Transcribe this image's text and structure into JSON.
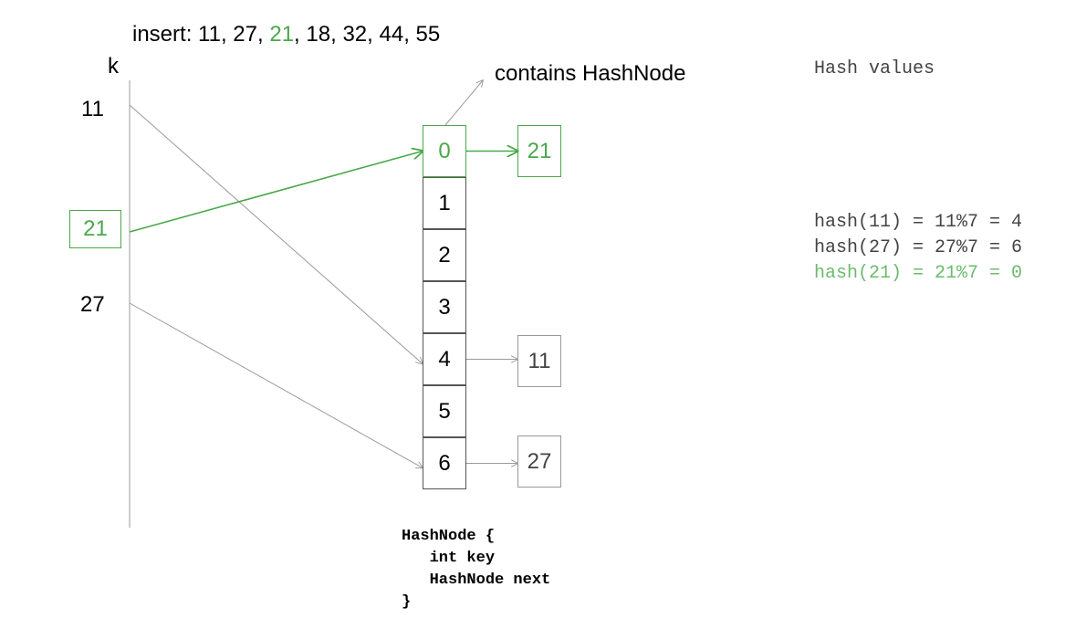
{
  "insert": {
    "prefix": "insert: ",
    "sequence": [
      "11",
      "27",
      "21",
      "18",
      "32",
      "44",
      "55"
    ],
    "highlight_index": 2,
    "separator": ", "
  },
  "k_label": "k",
  "contains_label": "contains HashNode",
  "keys": [
    {
      "id": "11",
      "label": "11",
      "boxed": false
    },
    {
      "id": "21",
      "label": "21",
      "boxed": true
    },
    {
      "id": "27",
      "label": "27",
      "boxed": false
    }
  ],
  "table": {
    "slots": [
      "0",
      "1",
      "2",
      "3",
      "4",
      "5",
      "6"
    ],
    "active_slot": 0
  },
  "nodes": [
    {
      "id": "21",
      "label": "21",
      "slot": 0,
      "highlight": true
    },
    {
      "id": "11",
      "label": "11",
      "slot": 4,
      "highlight": false
    },
    {
      "id": "27",
      "label": "27",
      "slot": 6,
      "highlight": false
    }
  ],
  "mappings": [
    {
      "key": "11",
      "slot": 4,
      "highlight": false
    },
    {
      "key": "21",
      "slot": 0,
      "highlight": true
    },
    {
      "key": "27",
      "slot": 6,
      "highlight": false
    }
  ],
  "code": [
    "HashNode {",
    "   int key",
    "   HashNode next",
    "}"
  ],
  "hash_panel": {
    "title": "Hash values",
    "lines": [
      {
        "text": "hash(11) = 11%7 = 4",
        "highlight": false
      },
      {
        "text": "hash(27) = 27%7 = 6",
        "highlight": false
      },
      {
        "text": "hash(21) = 21%7 = 0",
        "highlight": true
      }
    ]
  },
  "colors": {
    "highlight": "#4aa84a",
    "highlight_light": "#6dbb6d",
    "line_gray": "#9a9a9a",
    "text": "#000000"
  }
}
